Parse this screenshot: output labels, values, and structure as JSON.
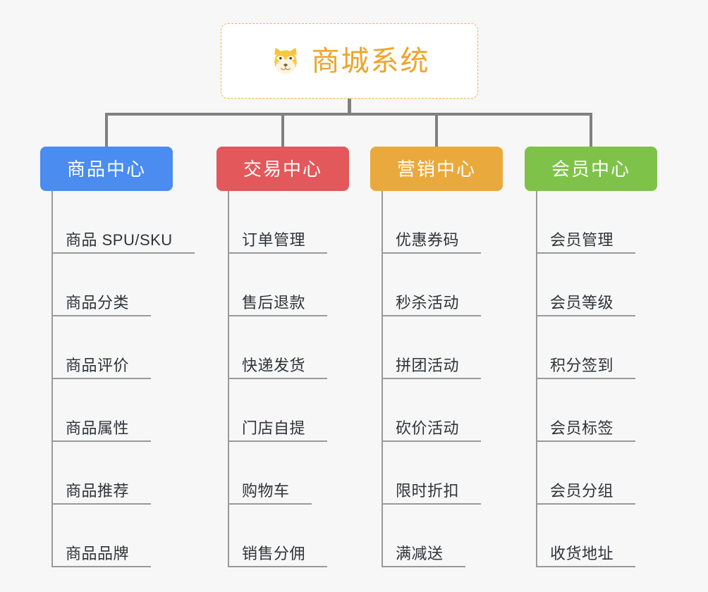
{
  "background_color": "#f7f7f7",
  "root": {
    "title": "商城系统",
    "icon": "shiba-dog-face-icon",
    "text_color": "#eda42a",
    "border_color": "#f0b844",
    "background_color": "#ffffff"
  },
  "connector_color": "#808080",
  "leaf_line_color": "#9a9a9a",
  "leaf_text_color": "#2f3338",
  "branches": [
    {
      "label": "商品中心",
      "color": "#4a8cf0",
      "items": [
        "商品 SPU/SKU",
        "商品分类",
        "商品评价",
        "商品属性",
        "商品推荐",
        "商品品牌"
      ]
    },
    {
      "label": "交易中心",
      "color": "#e2585b",
      "items": [
        "订单管理",
        "售后退款",
        "快递发货",
        "门店自提",
        "购物车",
        "销售分佣"
      ]
    },
    {
      "label": "营销中心",
      "color": "#eaa93c",
      "items": [
        "优惠券码",
        "秒杀活动",
        "拼团活动",
        "砍价活动",
        "限时折扣",
        "满减送"
      ]
    },
    {
      "label": "会员中心",
      "color": "#7ec24a",
      "items": [
        "会员管理",
        "会员等级",
        "积分签到",
        "会员标签",
        "会员分组",
        "收货地址"
      ]
    }
  ]
}
